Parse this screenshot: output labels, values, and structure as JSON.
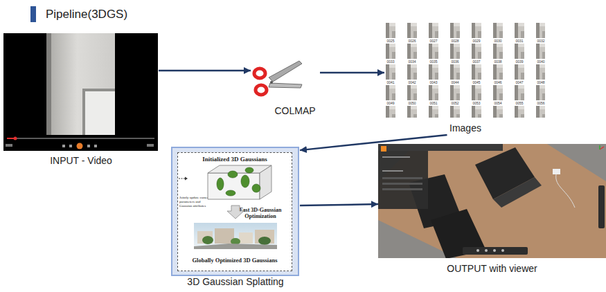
{
  "diagram": {
    "title": "Pipeline(3DGS)",
    "nodes": [
      {
        "text": [
          "INPUT - Video"
        ]
      },
      {
        "text": [
          "COLMAP"
        ]
      },
      {
        "text": [
          "Images"
        ]
      },
      {
        "text": [
          "3D Gaussian Splatting"
        ]
      },
      {
        "text": [
          "Initialized 3D Gaussians",
          "Jointly update camera parameters and Gaussian attributes",
          "Fast 3D-Gaussian Optimization",
          "Globally Optimized 3D Gaussians"
        ],
        "in": 3
      },
      {
        "text": [
          "OUTPUT with viewer"
        ]
      }
    ],
    "edges": [
      {
        "from": 0,
        "to": 1,
        "arrow": "to"
      },
      {
        "from": 1,
        "to": 2,
        "arrow": "to"
      },
      {
        "from": 2,
        "to": 3,
        "arrow": "to"
      },
      {
        "from": 3,
        "to": 5,
        "arrow": "to"
      }
    ],
    "labels": [
      "0025",
      "0026",
      "0027",
      "0028",
      "0029",
      "0030",
      "0031",
      "0032",
      "0033",
      "0034",
      "0035",
      "0036",
      "0037",
      "0038",
      "0039",
      "0040",
      "0041",
      "0042",
      "0043",
      "0044",
      "0045",
      "0046",
      "0047",
      "0048",
      "0049",
      "0050",
      "0051",
      "0052",
      "0053",
      "0054",
      "0055",
      "0056"
    ]
  }
}
